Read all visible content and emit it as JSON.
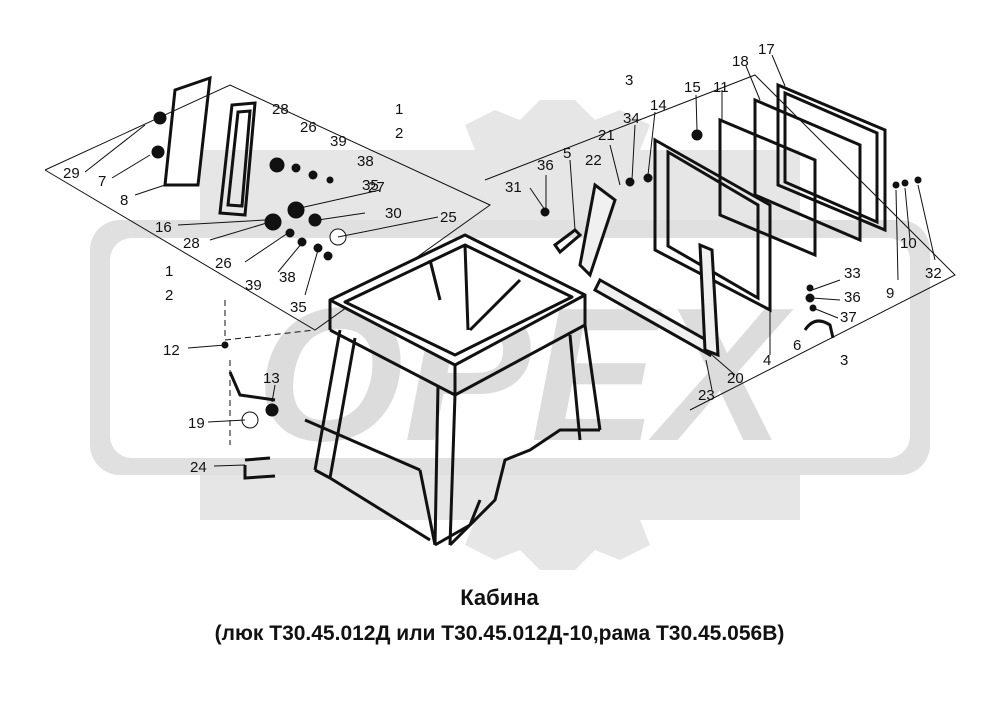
{
  "title": "Кабина",
  "subtitle": "(люк Т30.45.012Д или Т30.45.012Д-10,рама Т30.45.056В)",
  "watermark": "ОРЕХ",
  "colors": {
    "ink": "#111111",
    "watermark": "#d9d9d9"
  },
  "callouts": {
    "n1": "1",
    "n2": "2",
    "n3": "3",
    "n4": "4",
    "n5": "5",
    "n6": "6",
    "n7": "7",
    "n8": "8",
    "n9": "9",
    "n10": "10",
    "n11": "11",
    "n12": "12",
    "n13": "13",
    "n14": "14",
    "n15": "15",
    "n16": "16",
    "n17": "17",
    "n18": "18",
    "n19": "19",
    "n20": "20",
    "n21": "21",
    "n22": "22",
    "n23": "23",
    "n24": "24",
    "n25": "25",
    "n26": "26",
    "n27": "27",
    "n28": "28",
    "n29": "29",
    "n30": "30",
    "n31": "31",
    "n32": "32",
    "n33": "33",
    "n34": "34",
    "n35": "35",
    "n36": "36",
    "n37": "37",
    "n38": "38",
    "n39": "39"
  }
}
